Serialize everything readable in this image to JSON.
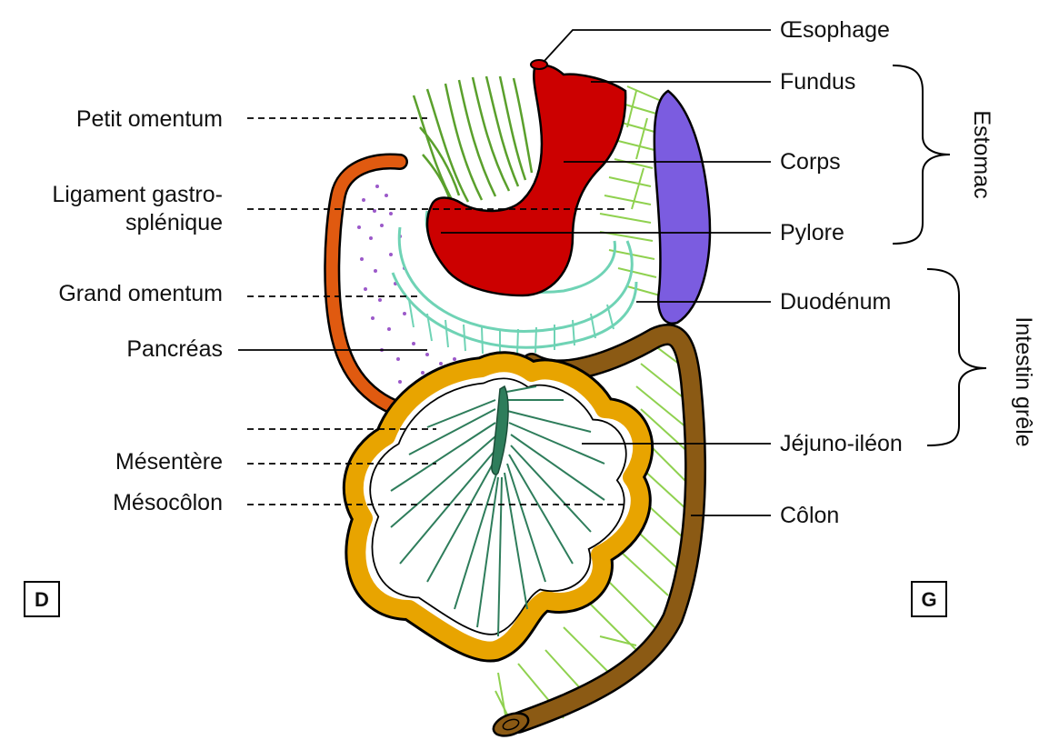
{
  "labels": {
    "left": {
      "petit_omentum": "Petit omentum",
      "ligament_line1": "Ligament gastro-",
      "ligament_line2": "splénique",
      "grand_omentum": "Grand omentum",
      "pancreas": "Pancréas",
      "mesentere": "Mésentère",
      "mesocolon": "Mésocôlon"
    },
    "right": {
      "oesophage": "Œsophage",
      "fundus": "Fundus",
      "corps": "Corps",
      "pylore": "Pylore",
      "duodenum": "Duodénum",
      "jejuno_ileon": "Jéjuno-iléon",
      "colon": "Côlon"
    },
    "groups": {
      "estomac": "Estomac",
      "intestin_grele": "Intestin grêle"
    },
    "orientation": {
      "droite": "D",
      "gauche": "G"
    }
  },
  "colors": {
    "stomach": "#cc0000",
    "spleen": "#7b5ce0",
    "colon": "#8b5a14",
    "jejunum": "#e8a400",
    "duodenum_arc": "#e05a10",
    "omentum_green": "#5aa02c",
    "ligament_green": "#8fd14f",
    "mesentery": "#2e7d5b",
    "grand_omentum": "#6fd3b5",
    "pancreas_dots": "#9b59c9"
  }
}
